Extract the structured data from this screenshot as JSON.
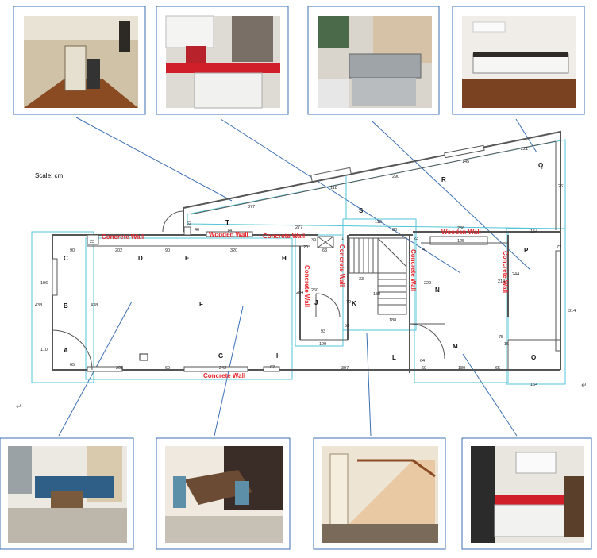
{
  "scale_note": "Scale: cm",
  "room_labels": {
    "A": "A",
    "B": "B",
    "C": "C",
    "D": "D",
    "E": "E",
    "F": "F",
    "G": "G",
    "H": "H",
    "I": "I",
    "J": "J",
    "K": "K",
    "L": "L",
    "M": "M",
    "N": "N",
    "O": "O",
    "P": "P",
    "Q": "Q",
    "R": "R",
    "S": "S",
    "T": "T"
  },
  "wall_labels": {
    "concrete_top_left": "Concrete Wall",
    "wooden_top": "Wooden Wall",
    "concrete_top_mid": "Concrete Wall",
    "wooden_right": "Wooden Wall",
    "concrete_vert_1": "Concrete Wall",
    "concrete_vert_2": "Concrete Wall",
    "concrete_vert_3": "Concrete Wall",
    "concrete_vert_4": "Concrete Wall",
    "concrete_bottom": "Concrete Wall"
  },
  "dimensions": {
    "d221": "221",
    "d145": "145",
    "d290": "290",
    "d118": "118",
    "d261": "261",
    "d377": "377",
    "d277": "277",
    "d118b": "118",
    "d80": "80",
    "d154a": "154",
    "d236": "236",
    "d125": "125",
    "d23a": "23",
    "d90a": "90",
    "d202": "202",
    "d90b": "90",
    "d320": "320",
    "d46": "46",
    "d141": "141",
    "d62": "62",
    "d20": "20",
    "d63": "63",
    "d17": "17",
    "d39": "39",
    "d23b": "23",
    "d41": "41",
    "d196": "196",
    "d438a": "438",
    "d438b": "438",
    "d110": "110",
    "d65": "65",
    "d203": "203",
    "d69": "69",
    "d242": "242",
    "d62b": "62",
    "d397": "397",
    "d284": "284",
    "d260": "260",
    "d93": "93",
    "d129": "129",
    "d33": "33",
    "d72a": "72",
    "d150": "150",
    "d188": "188",
    "d51": "51",
    "d229": "229",
    "d214": "214",
    "d244": "244",
    "d72b": "72",
    "d314": "314",
    "d16": "16",
    "d75": "75",
    "d64": "64",
    "d60": "60",
    "d189": "189",
    "d65b": "65",
    "d154b": "154"
  }
}
